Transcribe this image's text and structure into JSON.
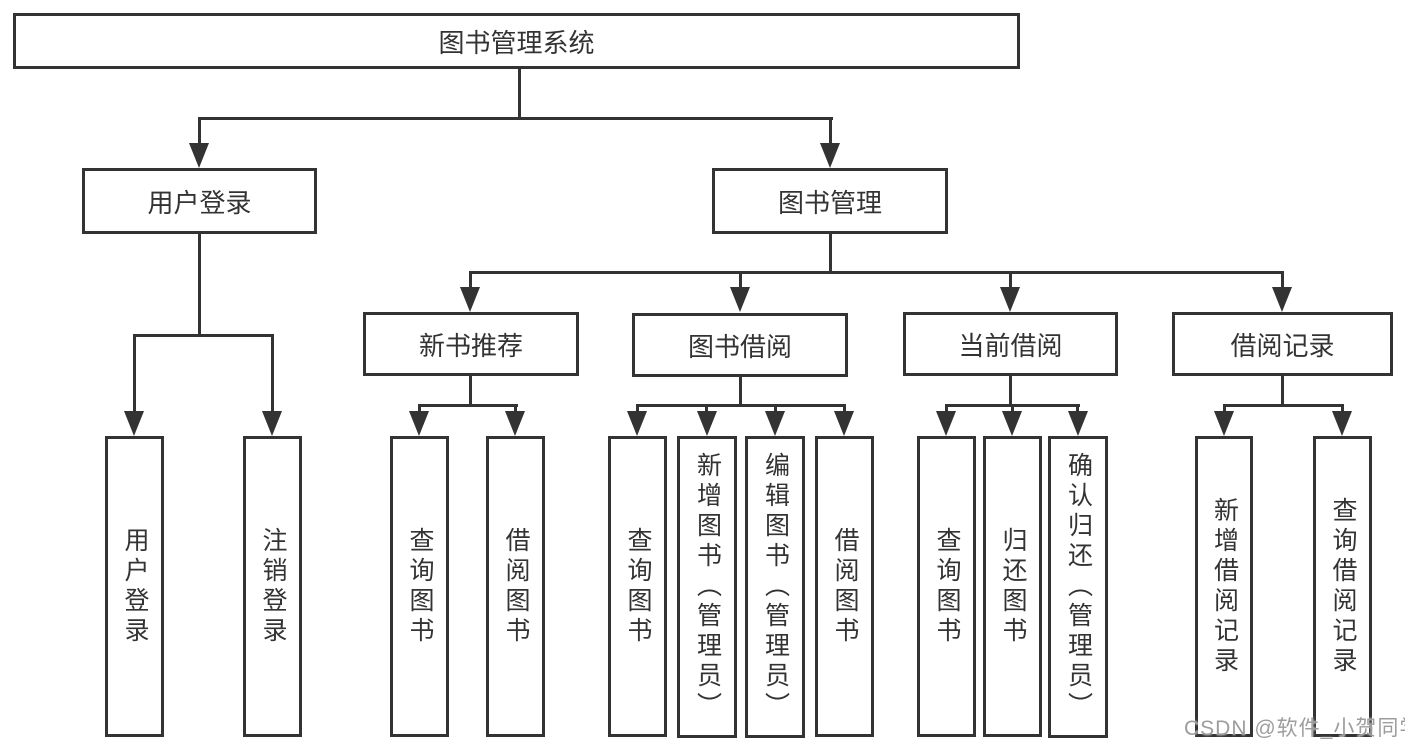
{
  "diagram": {
    "type": "hierarchy-tree",
    "colors": {
      "line": "#333333",
      "text": "#333333",
      "background": "#ffffff",
      "watermark": "#9d9d9d"
    },
    "nodes": {
      "root": {
        "label": "图书管理系统"
      },
      "user_login": {
        "label": "用户登录"
      },
      "book_mgmt": {
        "label": "图书管理"
      },
      "new_book_rec": {
        "label": "新书推荐"
      },
      "book_borrow": {
        "label": "图书借阅"
      },
      "current_borrow": {
        "label": "当前借阅"
      },
      "borrow_records": {
        "label": "借阅记录"
      },
      "leaf_user_login": {
        "label": "用户登录"
      },
      "leaf_logout": {
        "label": "注销登录"
      },
      "leaf_rec_query": {
        "label": "查询图书"
      },
      "leaf_rec_borrow": {
        "label": "借阅图书"
      },
      "leaf_bb_query": {
        "label": "查询图书"
      },
      "leaf_bb_add": {
        "label": "新增图书（管理员）"
      },
      "leaf_bb_edit": {
        "label": "编辑图书（管理员）"
      },
      "leaf_bb_borrow": {
        "label": "借阅图书"
      },
      "leaf_cb_query": {
        "label": "查询图书"
      },
      "leaf_cb_return": {
        "label": "归还图书"
      },
      "leaf_cb_confirm": {
        "label": "确认归还（管理员）"
      },
      "leaf_br_add": {
        "label": "新增借阅记录"
      },
      "leaf_br_query": {
        "label": "查询借阅记录"
      }
    },
    "edges": [
      "root->user_login",
      "root->book_mgmt",
      "user_login->leaf_user_login",
      "user_login->leaf_logout",
      "book_mgmt->new_book_rec",
      "book_mgmt->book_borrow",
      "book_mgmt->current_borrow",
      "book_mgmt->borrow_records",
      "new_book_rec->leaf_rec_query",
      "new_book_rec->leaf_rec_borrow",
      "book_borrow->leaf_bb_query",
      "book_borrow->leaf_bb_add",
      "book_borrow->leaf_bb_edit",
      "book_borrow->leaf_bb_borrow",
      "current_borrow->leaf_cb_query",
      "current_borrow->leaf_cb_return",
      "current_borrow->leaf_cb_confirm",
      "borrow_records->leaf_br_add",
      "borrow_records->leaf_br_query"
    ]
  },
  "watermark": {
    "text": "CSDN @软件_小贺同学"
  }
}
